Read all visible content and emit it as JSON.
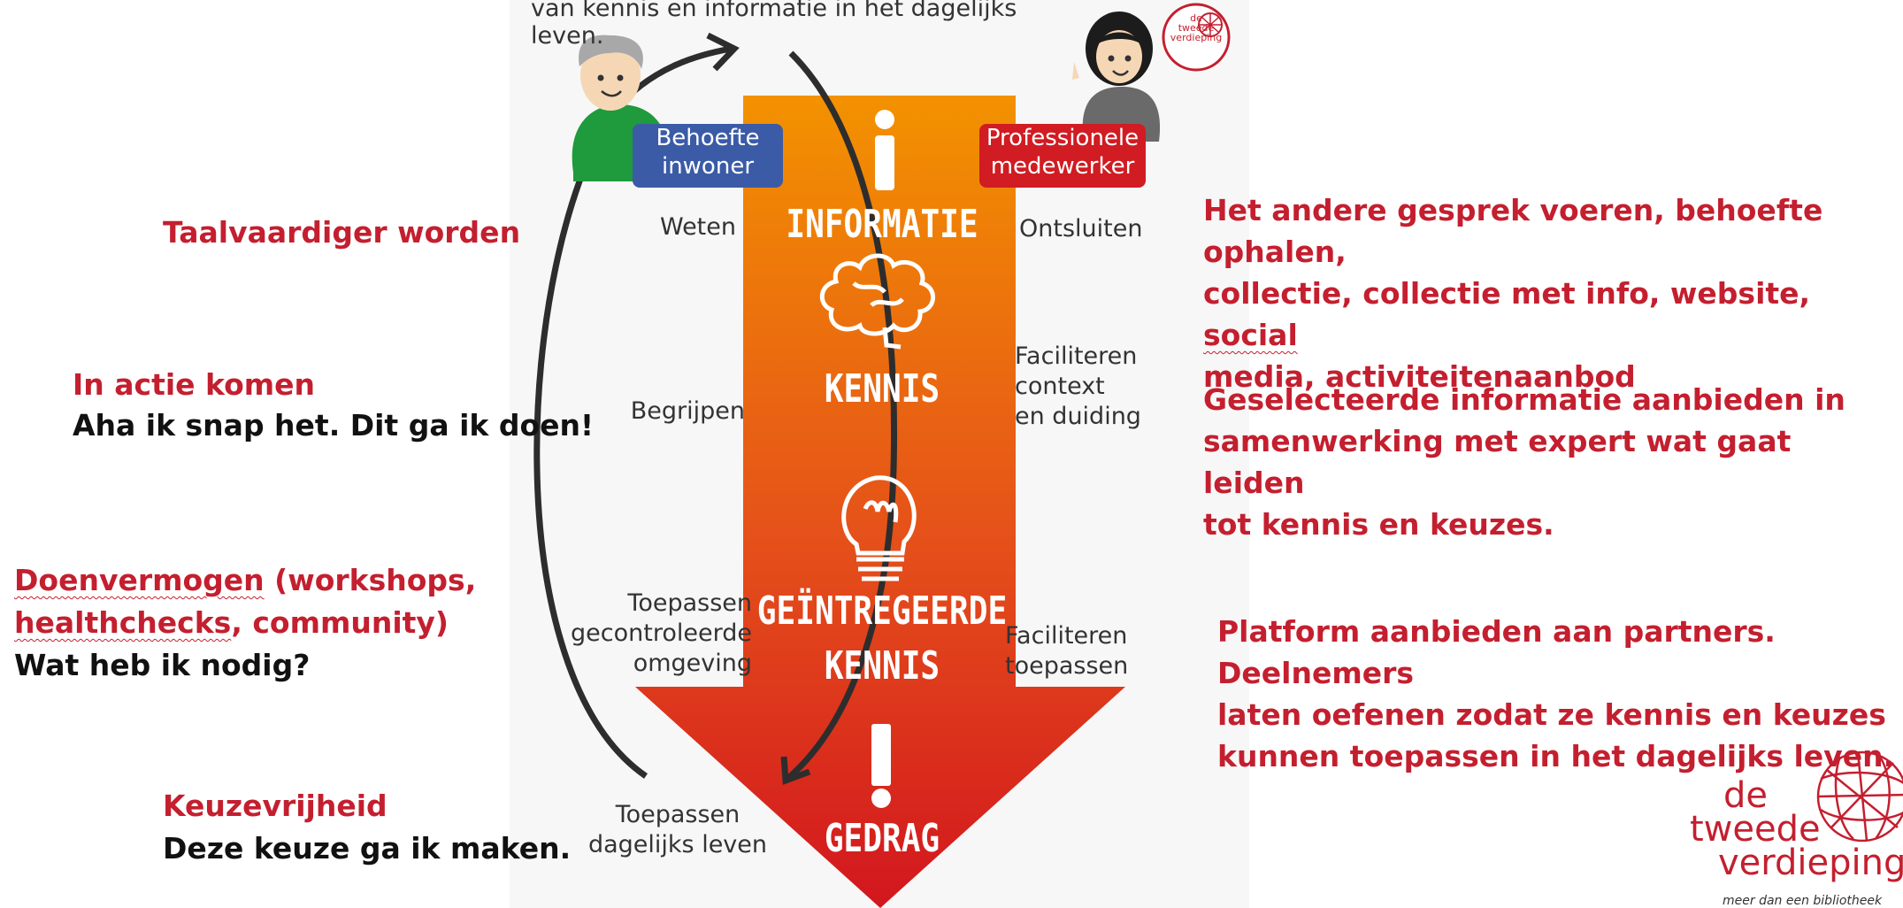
{
  "colors": {
    "brand_red": "#c41f2f",
    "arrow_top": "#f39200",
    "arrow_bottom": "#d2161e",
    "badge_blue": "#3b5ba7",
    "badge_red": "#d01c22"
  },
  "diagram": {
    "top_text": "van kennis en informatie in het dagelijks leven.",
    "badges": {
      "left": "Behoefte\ninwoner",
      "right": "Professionele\nmedewerker"
    },
    "stages": [
      {
        "title": "INFORMATIE",
        "icon": "info-icon"
      },
      {
        "title": "KENNIS",
        "icon": "brain-icon"
      },
      {
        "title": "GEÏNTREGEERDE\nKENNIS",
        "icon": "lightbulb-icon"
      },
      {
        "title": "GEDRAG",
        "icon": "exclamation-icon"
      }
    ],
    "left_labels": [
      "Weten",
      "Begrijpen",
      "Toepassen\ngecontroleerde\nomgeving",
      "Toepassen\ndagelijks leven"
    ],
    "right_labels": [
      "Ontsluiten",
      "Faciliteren\ncontext\nen duiding",
      "Faciliteren\ntoepassen"
    ]
  },
  "left_notes": [
    {
      "title": "Taalvaardiger worden"
    },
    {
      "title": "In actie komen",
      "body": "Aha ik snap het. Dit ga ik doen!"
    },
    {
      "title_1": "Doenvermogen",
      "title_2": " (workshops,",
      "title_3": "healthchecks",
      "title_4": ", community)",
      "body": "Wat heb ik nodig?"
    },
    {
      "title": "Keuzevrijheid",
      "body": "Deze keuze ga ik maken."
    }
  ],
  "right_notes": [
    {
      "line1": "Het andere gesprek voeren, behoefte ophalen,",
      "line2a": "collectie, collectie met info, website, ",
      "line2b": "social",
      "line3": "media, activiteitenaanbod"
    },
    {
      "text": "Geselecteerde informatie aanbieden in\nsamenwerking met expert wat gaat leiden\ntot kennis en keuzes."
    },
    {
      "text": "Platform aanbieden aan partners. Deelnemers\nlaten oefenen zodat ze kennis en keuzes\nkunnen toepassen in het dagelijks leven."
    }
  ],
  "logo": {
    "small": "de\ntweede\nverdieping",
    "word1": "de",
    "word2": "tweede",
    "word3": "verdieping",
    "tagline": "meer dan een bibliotheek"
  }
}
